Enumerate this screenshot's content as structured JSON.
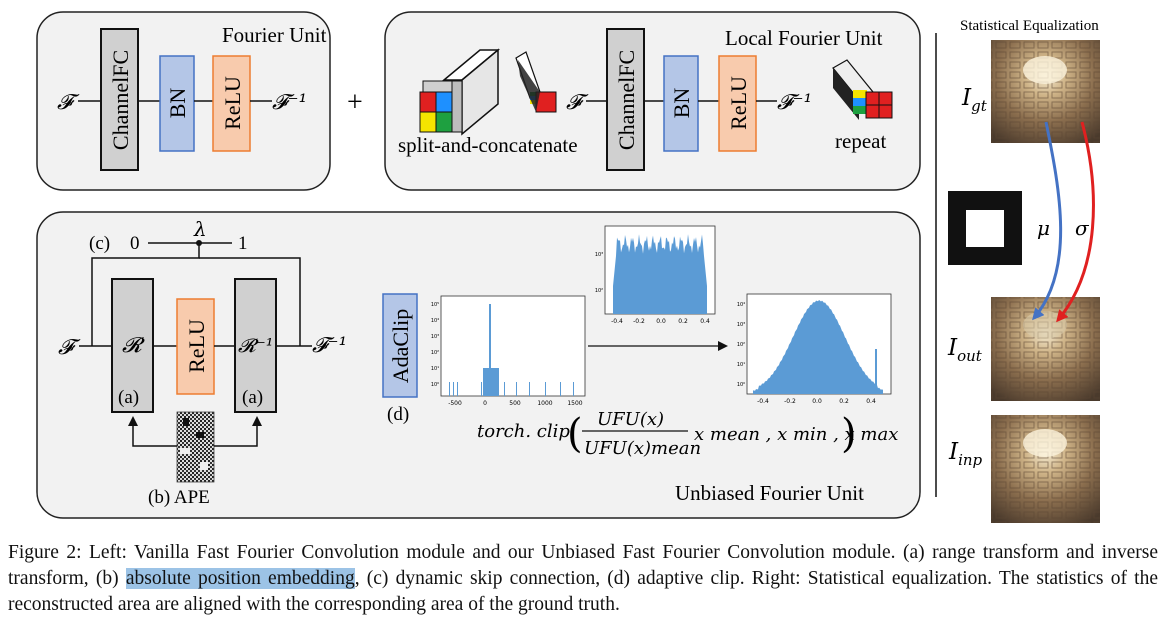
{
  "fourier_unit": {
    "title": "Fourier Unit",
    "f_in": "𝓕",
    "channelfc": "ChannelFC",
    "bn": "BN",
    "relu": "ReLU",
    "f_out": "𝓕⁻¹"
  },
  "plus": "+",
  "local_fourier_unit": {
    "title": "Local Fourier Unit",
    "split_label": "split-and-concatenate",
    "f_in": "𝓕",
    "channelfc": "ChannelFC",
    "bn": "BN",
    "relu": "ReLU",
    "f_out": "𝓕⁻¹",
    "repeat_label": "repeat"
  },
  "unbiased_fourier_unit": {
    "title": "Unbiased Fourier Unit",
    "skip_label": "(c)",
    "skip_zero": "0",
    "skip_lambda": "λ",
    "skip_one": "1",
    "f_in": "𝓕",
    "range_transform": "𝓡",
    "range_a": "(a)",
    "relu": "ReLU",
    "inverse_transform": "𝓡⁻¹",
    "inverse_a": "(a)",
    "f_out": "𝓕⁻¹",
    "ape_label": "(b) APE",
    "adaclip": "AdaClip",
    "adaclip_label": "(d)",
    "formula_fn": "torch. clip",
    "formula_num": "UFU(x)",
    "formula_den": "UFU(x)mean",
    "formula_args": "x mean , x min , x max"
  },
  "histograms": {
    "left_xticks": [
      "-500",
      "0",
      "500",
      "1000",
      "1500"
    ],
    "left_yticks": [
      "10⁵",
      "10⁴",
      "10³",
      "10²",
      "10¹",
      "10⁰"
    ],
    "top_xticks": [
      "-0.4",
      "-0.2",
      "0.0",
      "0.2",
      "0.4"
    ],
    "top_yticks": [
      "10³",
      "10²"
    ],
    "right_xticks": [
      "-0.4",
      "-0.2",
      "0.0",
      "0.2",
      "0.4"
    ],
    "right_yticks": [
      "10⁴",
      "10³",
      "10²",
      "10¹",
      "10⁰"
    ]
  },
  "statistical_equalization": {
    "title": "Statistical Equalization",
    "i_gt": "I gt",
    "mu": "μ",
    "sigma": "σ",
    "i_out": "I out",
    "i_inp": "I inp"
  },
  "caption": {
    "part1": "Figure 2: Left: Vanilla Fast Fourier Convolution module and our Unbiased Fast Fourier Convolution module. (a) range transform and inverse transform, (b) ",
    "highlight": "absolute position embedding",
    "part2": ", (c) dynamic skip connection, (d) adaptive clip. Right: Statistical equalization. The statistics of the reconstructed area are aligned with the corresponding area of the ground truth."
  },
  "colors": {
    "panel_fill": "#f2f2f2",
    "gray_block": "#d0d0d0",
    "bn_fill": "#b4c6e7",
    "bn_stroke": "#4472c4",
    "relu_fill": "#f8cbad",
    "relu_stroke": "#ed7d31",
    "hist_blue": "#5b9bd5",
    "mu_arrow": "#4472c4",
    "sigma_arrow": "#e02020",
    "highlight": "#9cc3e6"
  }
}
